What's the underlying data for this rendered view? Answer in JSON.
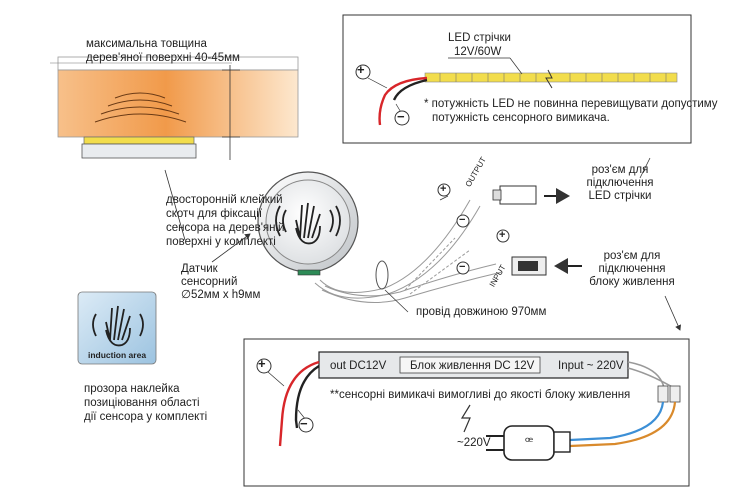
{
  "wood_note": {
    "line1": "максимальна товщина",
    "line2": "дерев'яної поверхні 40-45мм"
  },
  "tape_note": {
    "line1": "двосторонній клейкий",
    "line2": "скотч для фіксації",
    "line3": "сенсора на дерев'яній",
    "line4": "поверхні у комплекті"
  },
  "sensor_note": {
    "line1": "Датчик",
    "line2": "сенсорний",
    "line3": "∅52мм x h9мм"
  },
  "sticker": {
    "label": "induction area",
    "line1": "прозора наклейка",
    "line2": "позиціювання області",
    "line3": "дії сенсора у комплекті"
  },
  "led_box": {
    "strip_line1": "LED стрічки",
    "strip_line2": "12V/60W",
    "note_line1": "* потужність LED не повинна перевищувати допустиму",
    "note_line2": "потужність сенсорного вимикача."
  },
  "connectors": {
    "output_tag": "OUTPUT",
    "input_tag": "INPUT",
    "led_conn_line1": "роз'єм для",
    "led_conn_line2": "підключення",
    "led_conn_line3": "LED стрічки",
    "psu_conn_line1": "роз'єм для",
    "psu_conn_line2": "підключення",
    "psu_conn_line3": "блоку живлення"
  },
  "wire_note": "провід довжиною 970мм",
  "psu_box": {
    "out_label": "out DC12V",
    "title": "Блок живлення DC 12V",
    "in_label": "Input ~ 220V",
    "note": "**сенсорні вимикачі вимогливі до якості блоку живлення",
    "mains": "~220V"
  },
  "symbols": {
    "plus": "+",
    "minus": "−"
  },
  "colors": {
    "wood": "#f2a35c",
    "wire_red": "#d8262a",
    "wire_black": "#222222",
    "wire_blue": "#3c8fd6",
    "wire_brown": "#d98a2c",
    "led_yellow": "#f2dd4c",
    "sticker_bg": "#b9d6ea"
  }
}
